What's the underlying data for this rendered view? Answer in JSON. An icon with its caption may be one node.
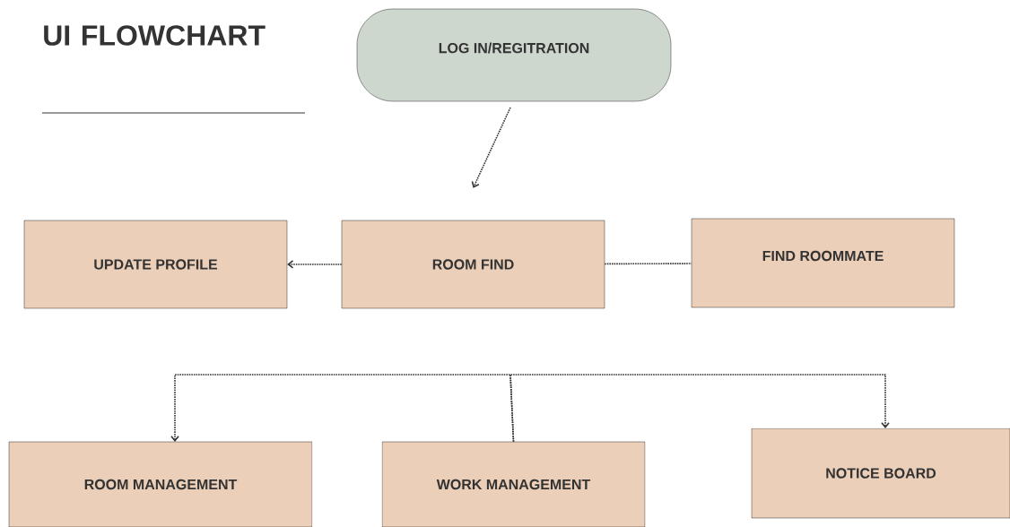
{
  "diagram": {
    "title": "UI FLOWCHART",
    "nodes": [
      {
        "text": [
          "LOG IN/REGITRATION"
        ]
      },
      {
        "text": [
          "UPDATE PROFILE"
        ]
      },
      {
        "text": [
          "ROOM FIND"
        ]
      },
      {
        "text": [
          "FIND ROOMMATE"
        ]
      },
      {
        "text": [
          "ROOM MANAGEMENT"
        ]
      },
      {
        "text": [
          "WORK MANAGEMENT"
        ]
      },
      {
        "text": [
          "NOTICE BOARD"
        ]
      }
    ],
    "edges": [
      {
        "from": 0,
        "to": 2,
        "arrow": "to",
        "style": "dashed"
      },
      {
        "from": 2,
        "to": 1,
        "arrow": "to",
        "style": "dashed"
      },
      {
        "from": 2,
        "to": 3,
        "arrow": "none",
        "style": "dashed"
      },
      {
        "from": 5,
        "to": 4,
        "arrow": "to",
        "style": "dashed"
      },
      {
        "from": 5,
        "to": 6,
        "arrow": "to",
        "style": "dashed"
      }
    ]
  }
}
